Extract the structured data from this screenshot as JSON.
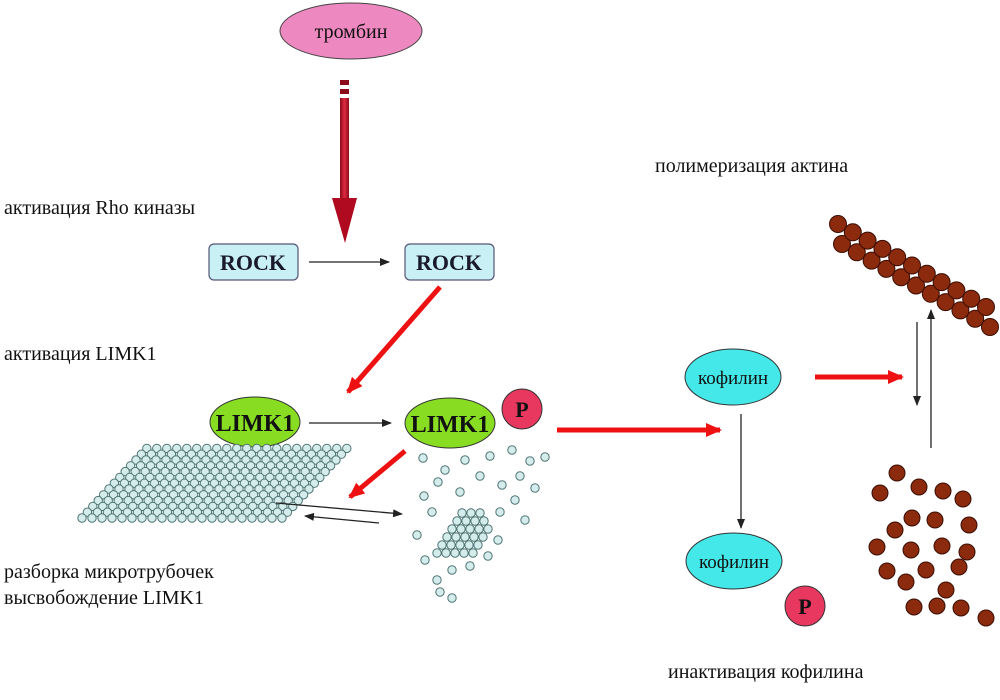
{
  "labels": {
    "rho_activation": "активация Rho киназы",
    "limk1_activation": "активация LIMK1",
    "microtubule_line1": "разборка микротрубочек",
    "microtubule_line2": "высвобождение LIMK1",
    "actin_polymerization": "полимеризация актина",
    "cofilin_inactivation": "инактивация кофилина"
  },
  "nodes": {
    "thrombin": "тромбин",
    "rock": "ROCK",
    "limk1": "LIMK1",
    "phospho": "P",
    "cofilin": "кофилин"
  },
  "colors": {
    "thrombin_fill": "#ee88c0",
    "rock_fill": "#c8f0f5",
    "limk1_fill": "#88dd22",
    "phospho_fill": "#e83860",
    "cofilin_fill": "#44e8e8",
    "actin_fill": "#8b2a0c",
    "tubulin_fill": "#d4ecec",
    "red_arrow": "#ee1111",
    "thick_arrow": "#c0102a"
  }
}
